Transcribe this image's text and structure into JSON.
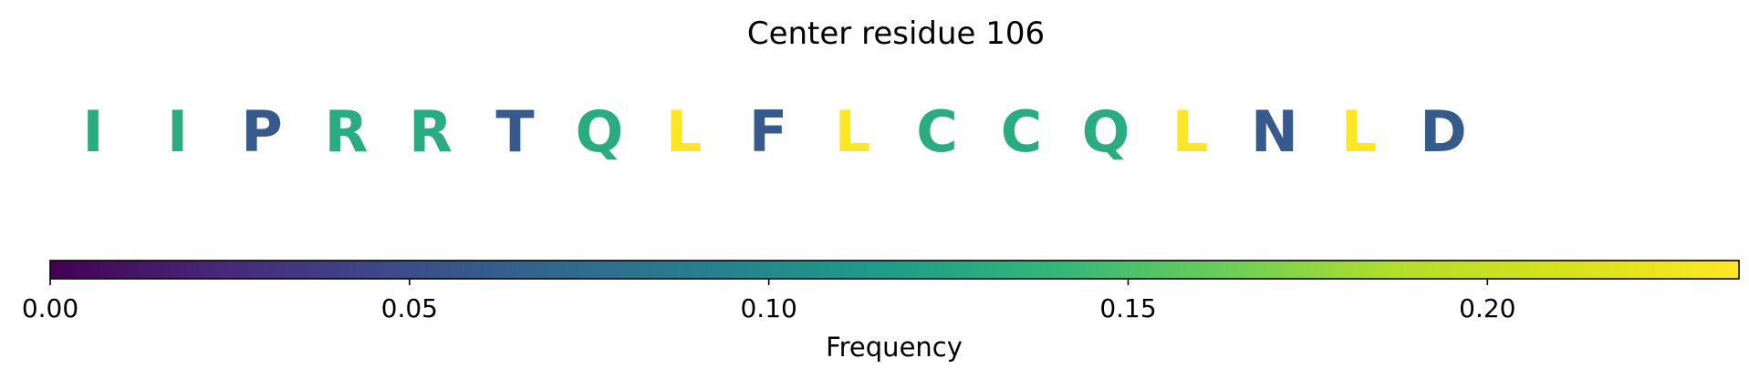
{
  "chart_data": {
    "type": "heatmap",
    "title": "Center residue 106",
    "residues": [
      {
        "letter": "I",
        "frequency": 0.13
      },
      {
        "letter": "I",
        "frequency": 0.13
      },
      {
        "letter": "P",
        "frequency": 0.06
      },
      {
        "letter": "R",
        "frequency": 0.13
      },
      {
        "letter": "R",
        "frequency": 0.13
      },
      {
        "letter": "T",
        "frequency": 0.06
      },
      {
        "letter": "Q",
        "frequency": 0.13
      },
      {
        "letter": "L",
        "frequency": 0.235
      },
      {
        "letter": "F",
        "frequency": 0.06
      },
      {
        "letter": "L",
        "frequency": 0.235
      },
      {
        "letter": "C",
        "frequency": 0.13
      },
      {
        "letter": "C",
        "frequency": 0.13
      },
      {
        "letter": "Q",
        "frequency": 0.13
      },
      {
        "letter": "L",
        "frequency": 0.235
      },
      {
        "letter": "N",
        "frequency": 0.06
      },
      {
        "letter": "L",
        "frequency": 0.235
      },
      {
        "letter": "D",
        "frequency": 0.06
      }
    ],
    "colorbar": {
      "label": "Frequency",
      "range": [
        0,
        0.235
      ],
      "ticks": [
        0.0,
        0.05,
        0.1,
        0.15,
        0.2
      ],
      "tick_labels": [
        "0.00",
        "0.05",
        "0.10",
        "0.15",
        "0.20"
      ],
      "colormap": "viridis",
      "placement": "bottom"
    }
  }
}
